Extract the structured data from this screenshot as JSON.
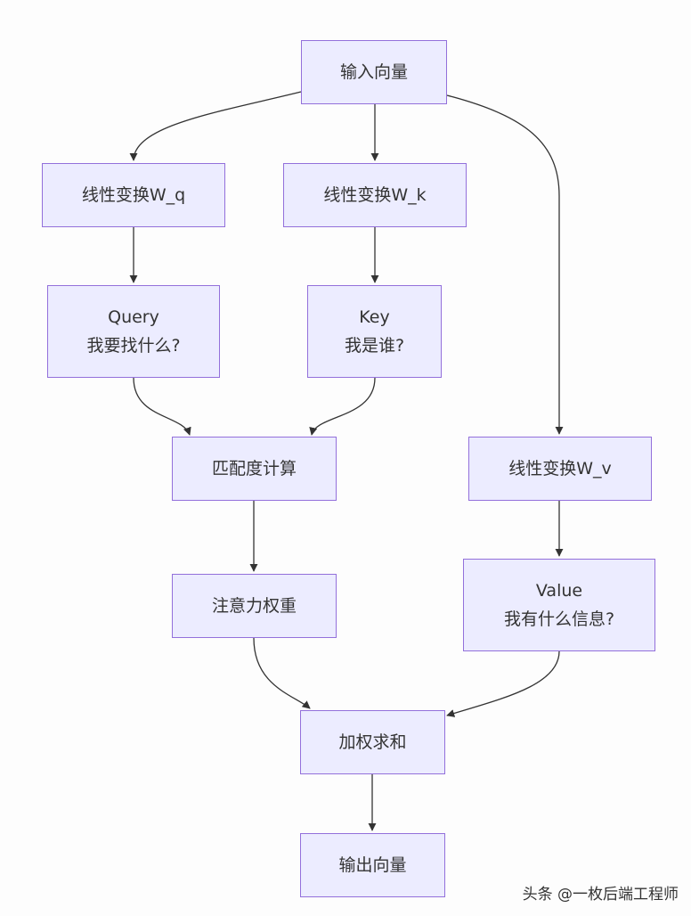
{
  "diagram": {
    "nodes": {
      "input": {
        "lines": [
          "输入向量"
        ]
      },
      "wq": {
        "lines": [
          "线性变换W_q"
        ]
      },
      "wk": {
        "lines": [
          "线性变换W_k"
        ]
      },
      "wv": {
        "lines": [
          "线性变换W_v"
        ]
      },
      "query": {
        "lines": [
          "Query",
          "我要找什么?"
        ]
      },
      "key": {
        "lines": [
          "Key",
          "我是谁?"
        ]
      },
      "value": {
        "lines": [
          "Value",
          "我有什么信息?"
        ]
      },
      "match": {
        "lines": [
          "匹配度计算"
        ]
      },
      "attn": {
        "lines": [
          "注意力权重"
        ]
      },
      "sum": {
        "lines": [
          "加权求和"
        ]
      },
      "output": {
        "lines": [
          "输出向量"
        ]
      }
    },
    "edges": [
      {
        "from": "input",
        "to": "wq"
      },
      {
        "from": "input",
        "to": "wk"
      },
      {
        "from": "input",
        "to": "wv"
      },
      {
        "from": "wq",
        "to": "query"
      },
      {
        "from": "wk",
        "to": "key"
      },
      {
        "from": "query",
        "to": "match"
      },
      {
        "from": "key",
        "to": "match"
      },
      {
        "from": "match",
        "to": "attn"
      },
      {
        "from": "wv",
        "to": "value"
      },
      {
        "from": "attn",
        "to": "sum"
      },
      {
        "from": "value",
        "to": "sum"
      },
      {
        "from": "sum",
        "to": "output"
      }
    ],
    "colors": {
      "node_fill": "#ececff",
      "node_border": "#9370db",
      "edge": "#333333",
      "text": "#333333"
    }
  },
  "watermark": {
    "text": "头条 @一枚后端工程师"
  }
}
